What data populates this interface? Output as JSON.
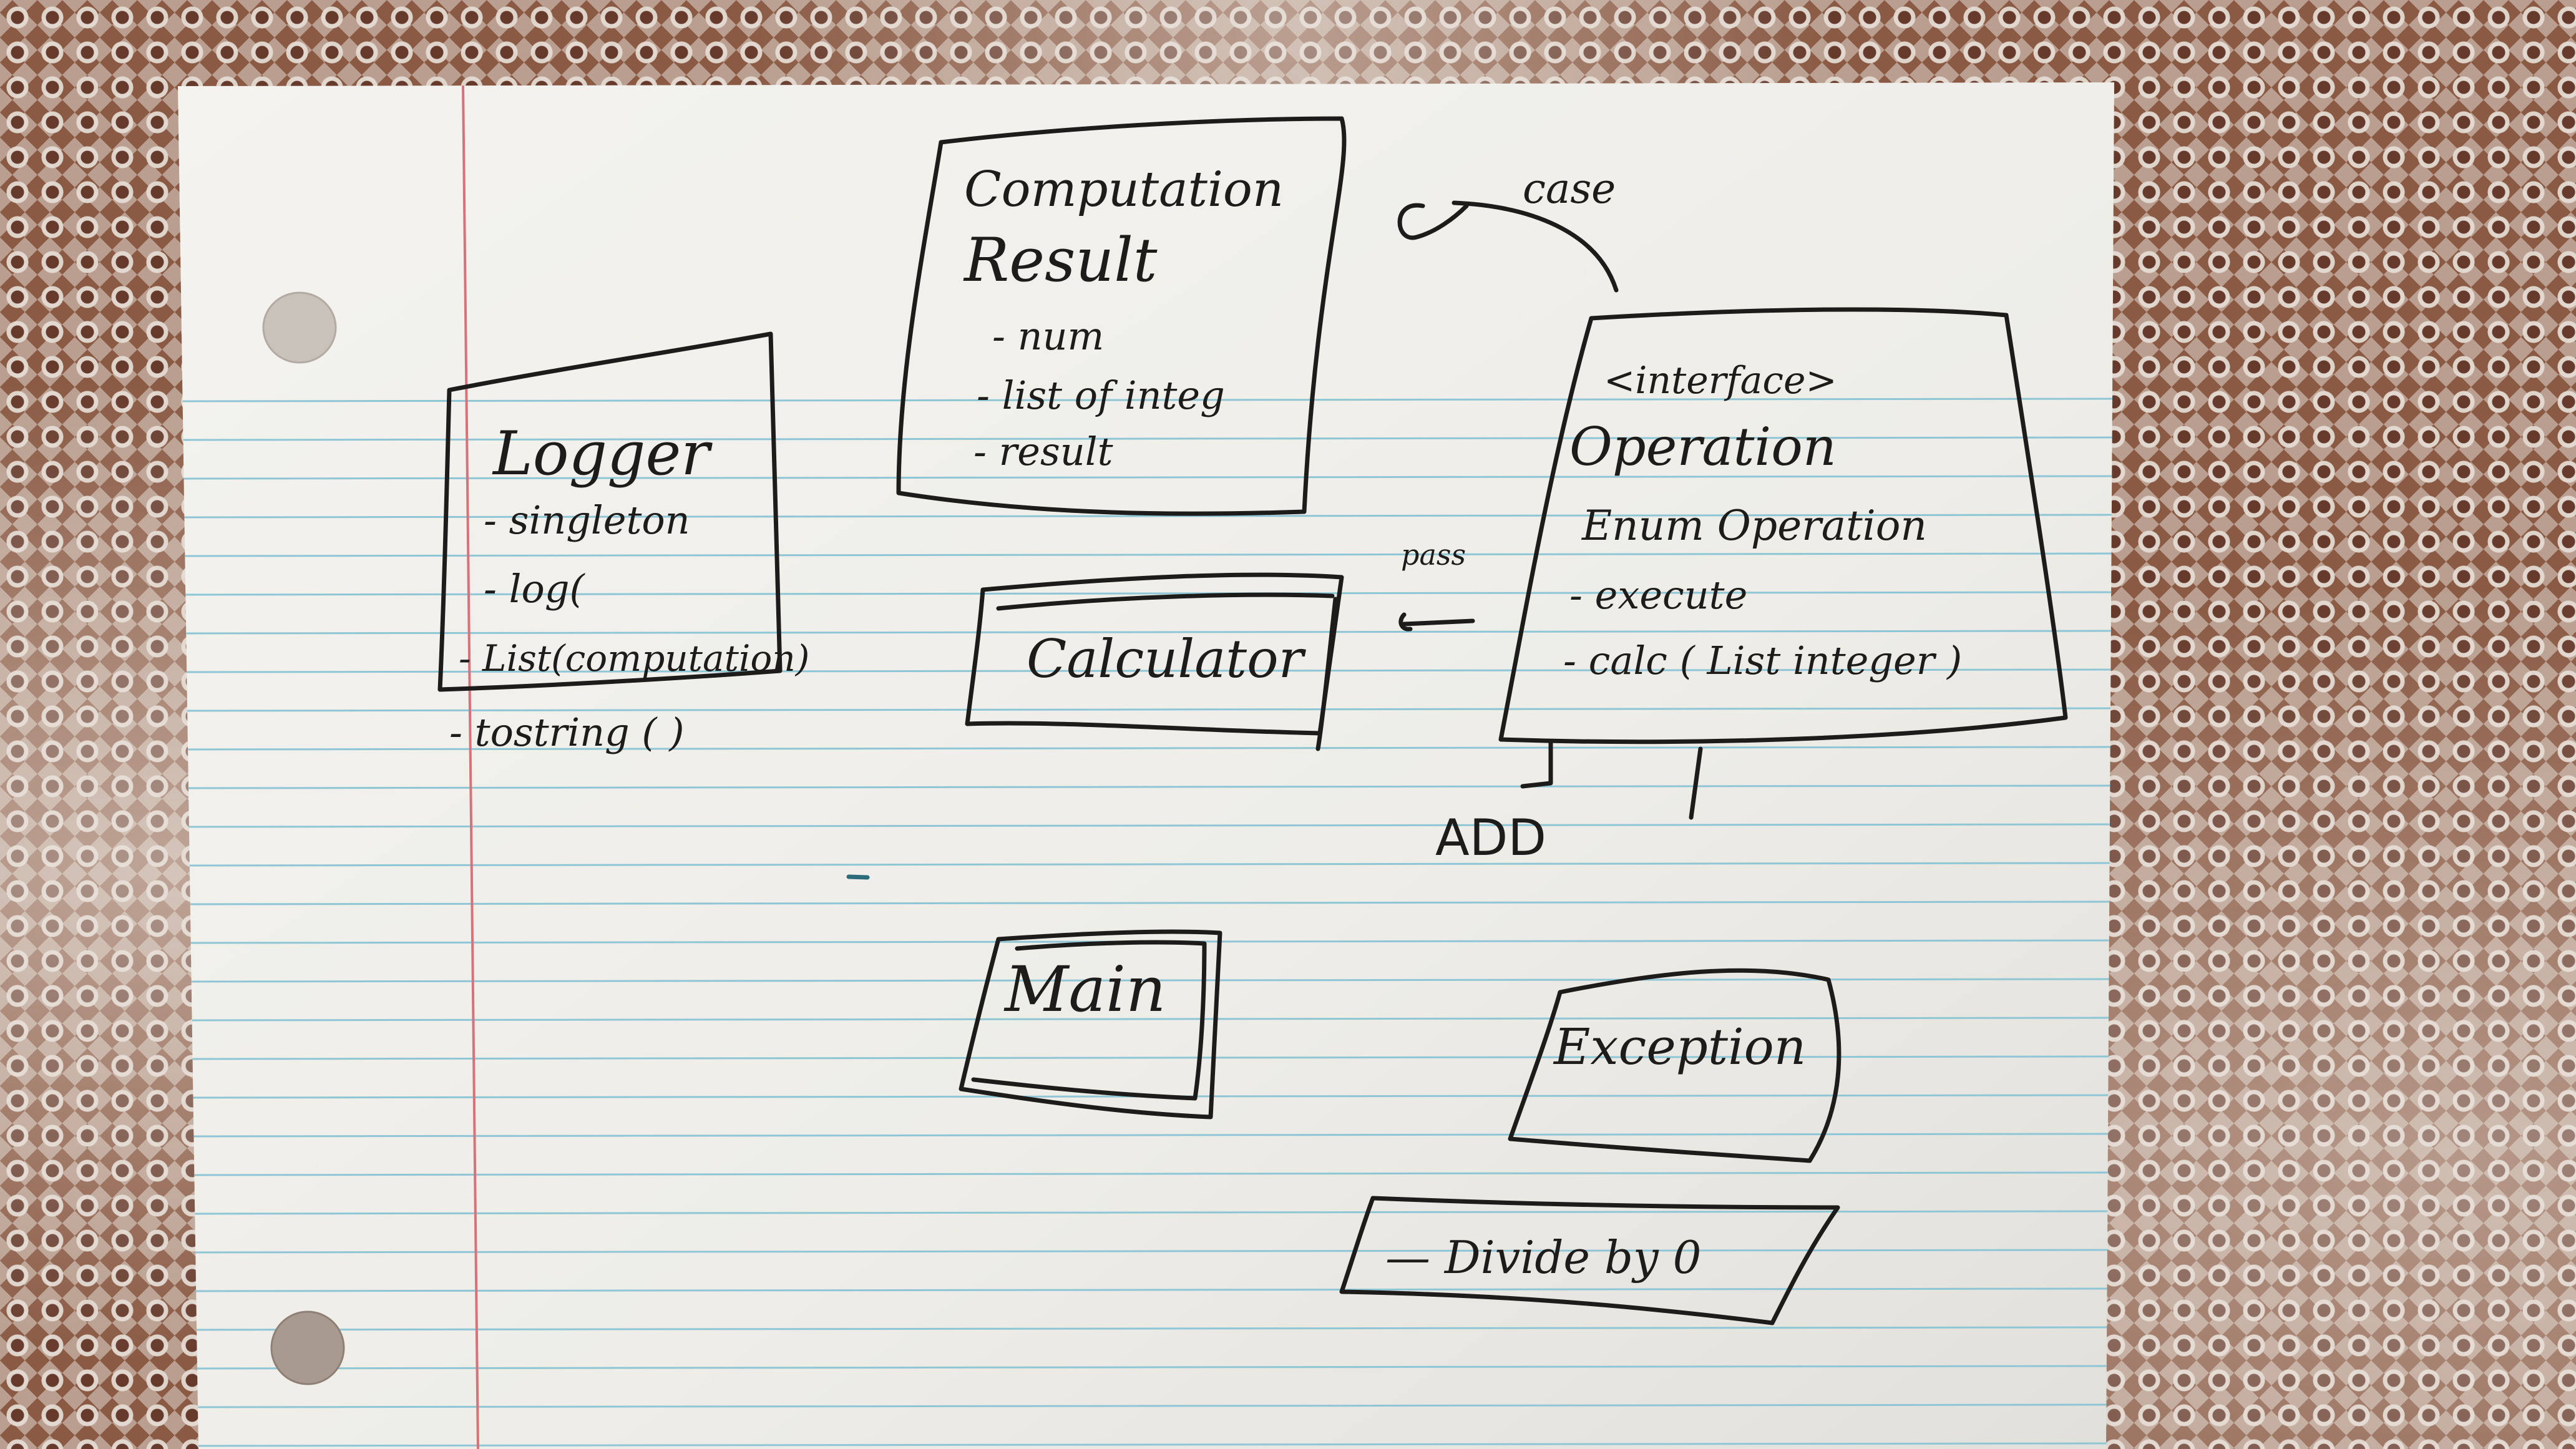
{
  "paper": {
    "ink_color": "#1e1c1a",
    "rule_color": "#8fc6d6",
    "margin_color": "#d9717b"
  },
  "computation_result": {
    "title_line1": "Computation",
    "title_line2": "Result",
    "items": [
      "- num",
      "- list of integ",
      "- result"
    ]
  },
  "logger": {
    "title": "Logger",
    "items": [
      "- singleton",
      "- log(",
      "- List(computation)",
      "- tostring ( )"
    ]
  },
  "calculator": {
    "title": "Calculator"
  },
  "operation": {
    "stereotype": "<interface>",
    "title": "Operation",
    "subtitle": "Enum Operation",
    "items": [
      "- execute",
      "- calc ( List integer )"
    ]
  },
  "main": {
    "title": "Main"
  },
  "exception": {
    "title": "Exception"
  },
  "divide": {
    "label": "— Divide by 0"
  },
  "annotations": {
    "case": "case",
    "pass": "pass",
    "add": "ADD"
  }
}
